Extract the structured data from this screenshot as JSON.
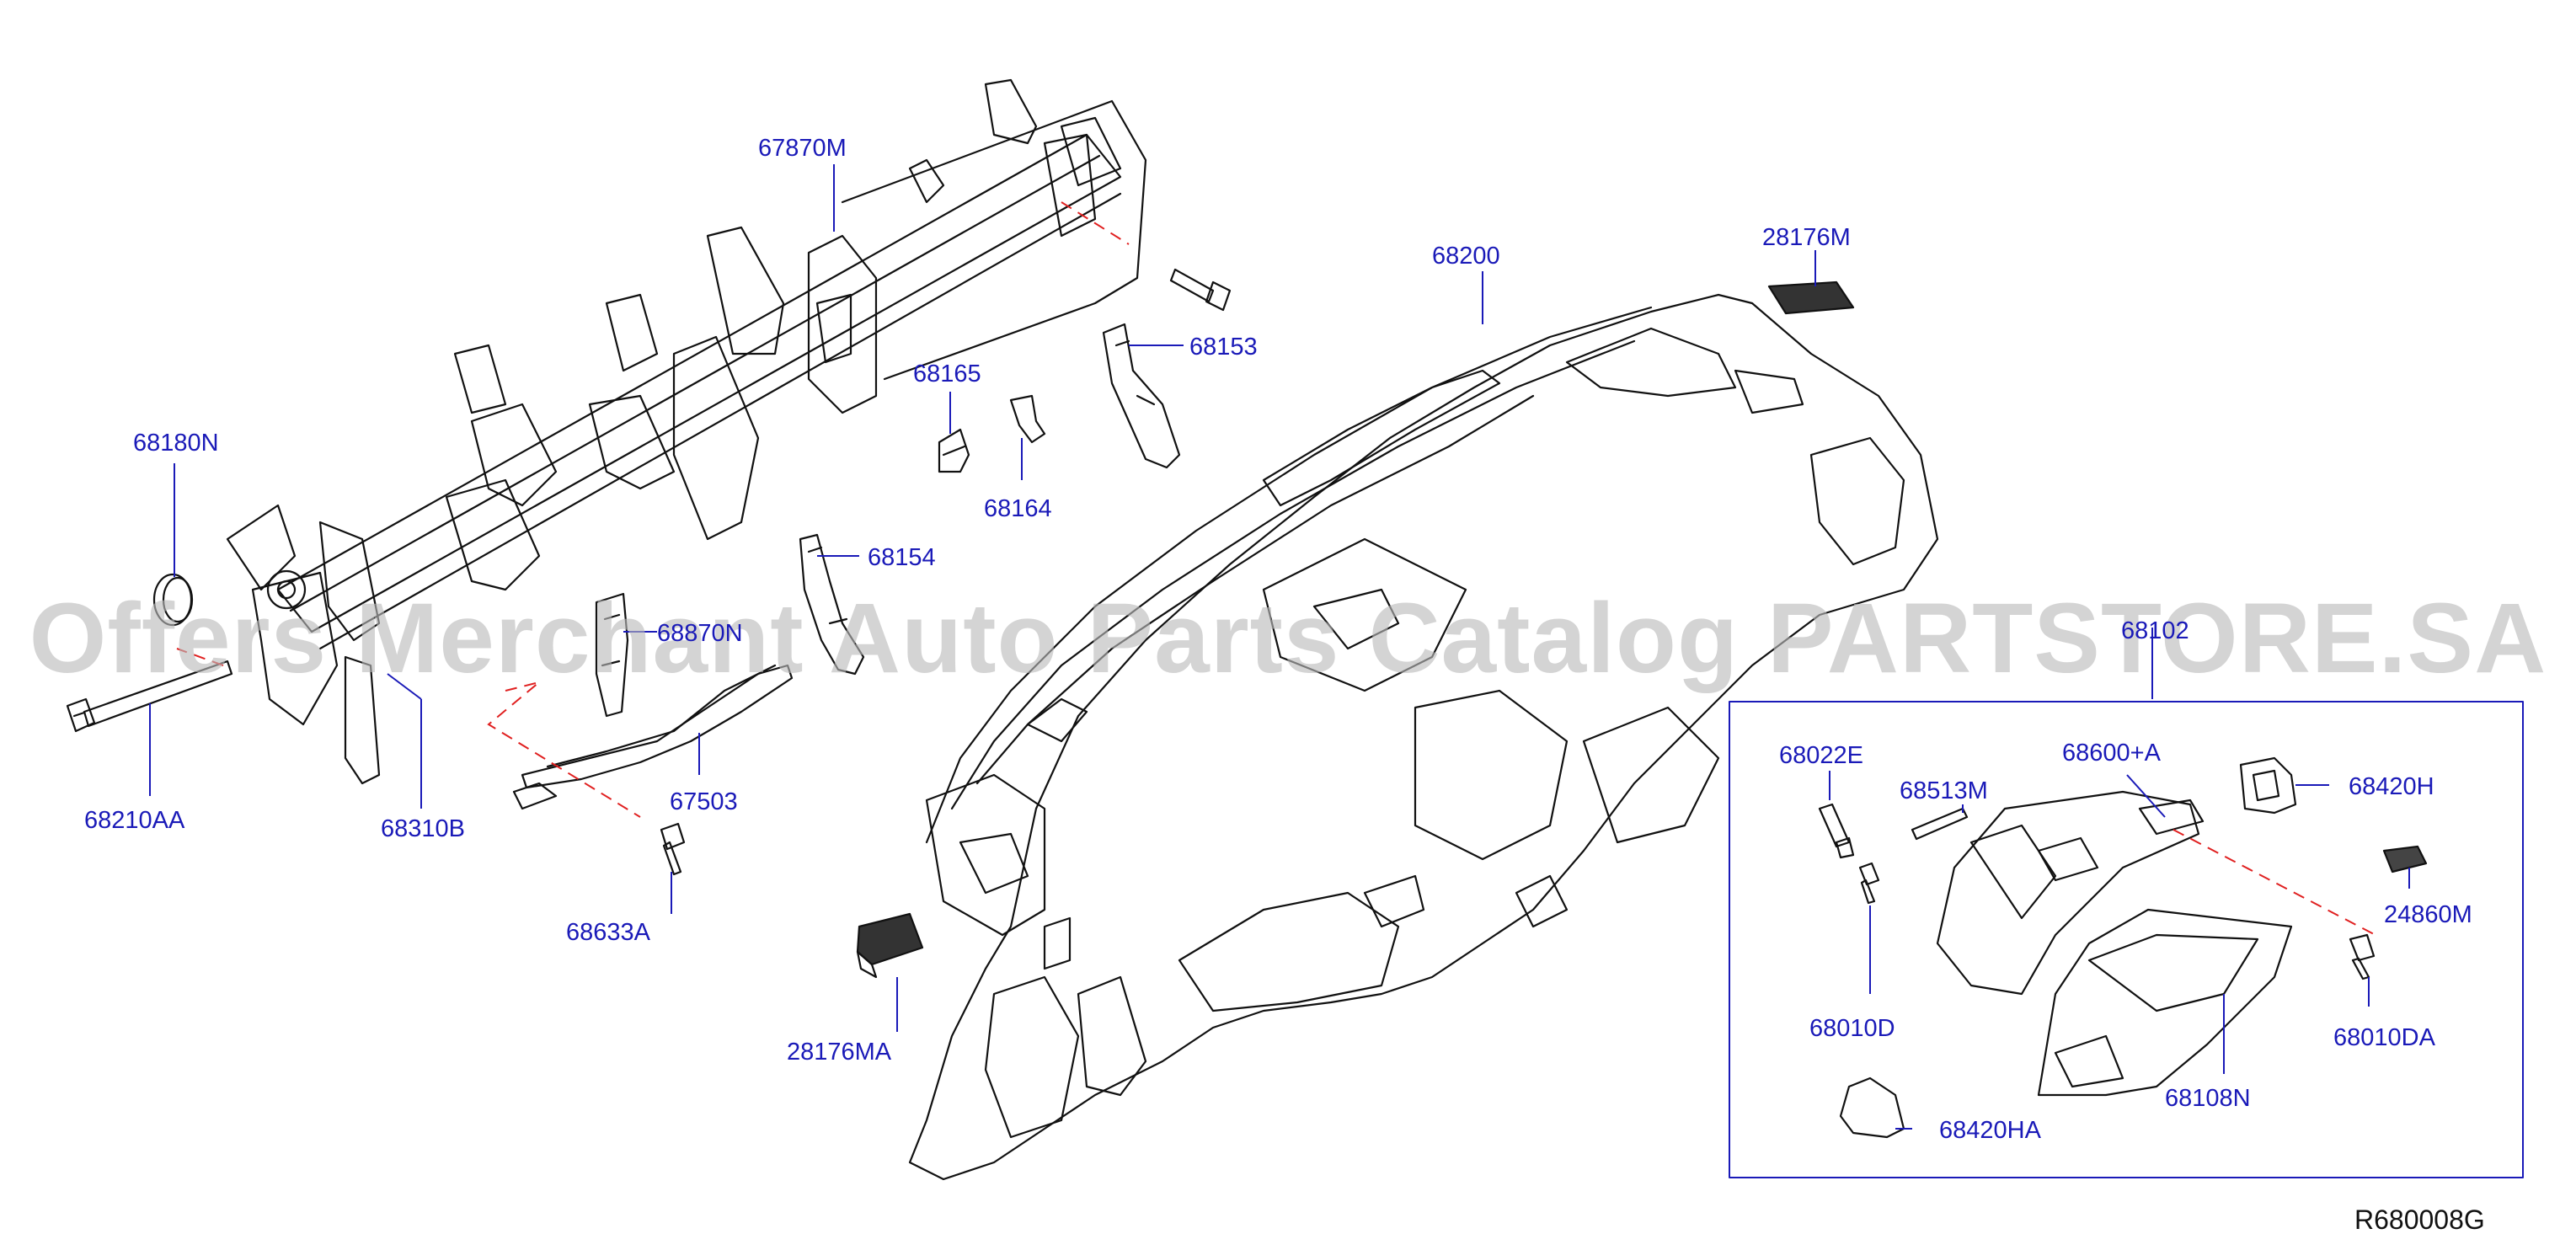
{
  "callouts": {
    "c67870M": "67870M",
    "c68200": "68200",
    "c28176M": "28176M",
    "c68153": "68153",
    "c68165": "68165",
    "c68164": "68164",
    "c68180N": "68180N",
    "c68154": "68154",
    "c68870N": "68870N",
    "c68210AA": "68210AA",
    "c68310B": "68310B",
    "c67503": "67503",
    "c68633A": "68633A",
    "c28176MA": "28176MA",
    "c68102": "68102",
    "c68022E": "68022E",
    "c68513M": "68513M",
    "c68600A": "68600+A",
    "c68420H": "68420H",
    "c24860M": "24860M",
    "c68010D": "68010D",
    "c68010DA": "68010DA",
    "c68108N": "68108N",
    "c68420HA": "68420HA"
  },
  "reference_code": "R680008G",
  "watermark": "Offers Merchant Auto Parts Catalog PARTSTORE.SA",
  "colors": {
    "callout": "#1a1ab8",
    "line": "#1a1ab8",
    "drawing": "#111111",
    "dashed_leader": "#e02020",
    "watermark": "#b9b9b9"
  }
}
